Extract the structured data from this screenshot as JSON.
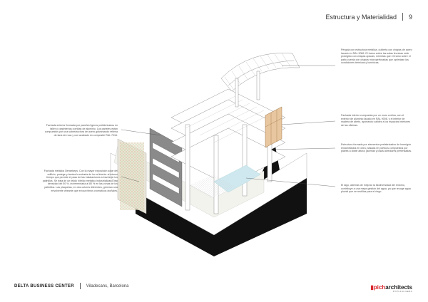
{
  "header": {
    "title": "Estructura y Materialidad",
    "page_number": "9"
  },
  "annotations": {
    "pergola": "Pérgola con estructura metálica, cubierta con chapas de acero lacado en RAL 9006. El tramo sobre las salas técnicas está protegido con chapas opacas, mientras que el tramo sobre el patio cuenta con chapas microperforadas que optimizan las condiciones térmicas y lumínicas.",
    "fachada_interior": "Fachada interior compuesta por un muro cortina, con el exterior de aluminio lacado en RAL 9006, y el interior de madera de abeto, aportando calidez a los espacios interiores de las oficinas.",
    "estructura": "Estructura formada por elementos prefabricados de hormigón ensamblados en obra, basada en pórticos compuestos por pilares a doble altura, jácenas y losas alveolares pretensadas.",
    "lago": "El lago, además de mejorar la biodiversidad del entorno, contribuye a una mejor gestión del agua, ya que recoge agua pluvial que se reutiliza para el riego.",
    "fachada_exterior": "Fachada exterior formada por paneles ligeros prefabricados en taller y carpinterías corridas de aluminio. Los paneles están compuestos por una subestructura de acero galvanizado rellena de lana de roca y con acabado en composite RAL 7016.",
    "fachada_metalica": "Fachada metálica Densekeps. Con la mayor exposición solar del edificio, protege y tamiza la entrada de luz al interior al mismo tiempo que permite el paso de las instalaciones a través de los patinillos. Se trata de un tejido híbrido metálico industrializado con densidad del 50 %, incrementada al 80 % en las zonas de los patinillos. Las plaquetas, en dos colores diferentes, generan una envolvente vibrante que evoca ritmos cromáticos otoñales."
  },
  "footer": {
    "project": "DELTA BUSINESS CENTER",
    "location": "Viladecans, Barcelona"
  },
  "logo": {
    "prefix": "pich",
    "suffix": "architects",
    "sub": "PICH-AGUILERA"
  }
}
